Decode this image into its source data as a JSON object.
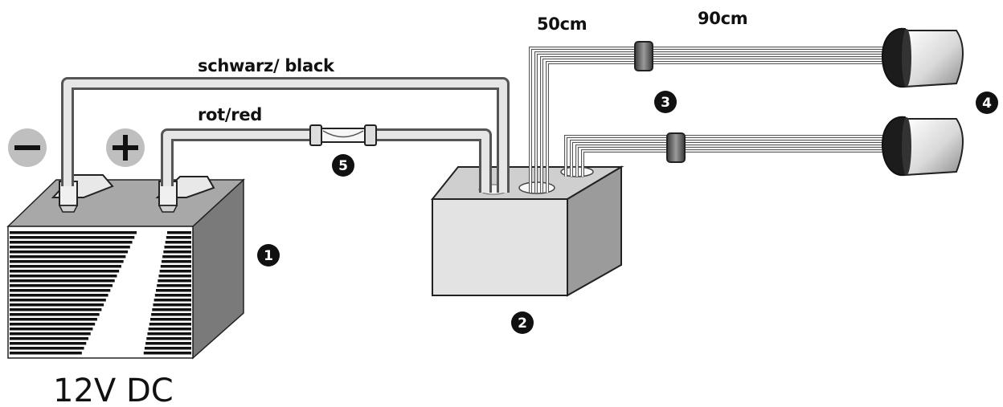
{
  "labels": {
    "black_wire": "schwarz/ black",
    "red_wire": "rot/red",
    "length_short": "50cm",
    "length_long": "90cm",
    "voltage": "12V DC"
  },
  "markers": {
    "battery": "1",
    "control_box": "2",
    "connector": "3",
    "lamps": "4",
    "fuse": "5"
  },
  "terminals": {
    "negative": "minus",
    "positive": "plus"
  },
  "colors": {
    "wire_outer": "#555555",
    "wire_inner": "#e6e6e6",
    "marker_fill": "#111111",
    "terminal_badge": "#bfbfbf"
  }
}
